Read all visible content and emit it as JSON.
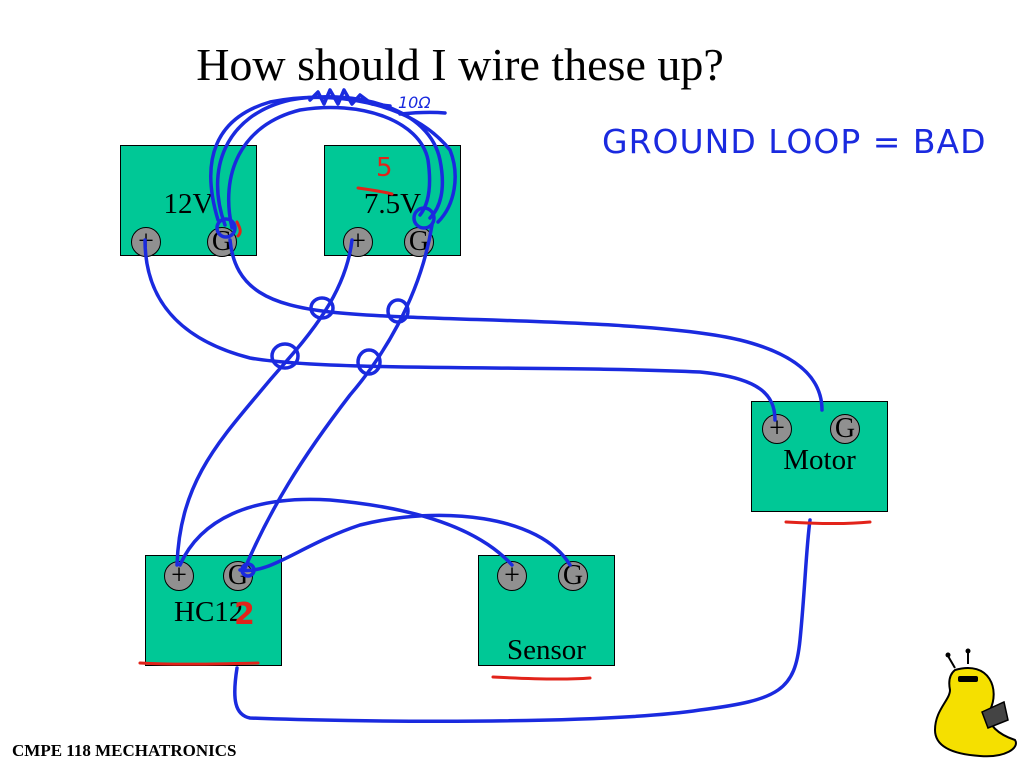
{
  "slide": {
    "title": "How should I wire these up?",
    "footer": "CMPE 118 MECHATRONICS"
  },
  "components": {
    "battery_12v": {
      "label": "12V",
      "plus": "+",
      "ground": "G"
    },
    "battery_7_5v": {
      "label": "7.5V",
      "plus": "+",
      "ground": "G"
    },
    "motor": {
      "label": "Motor",
      "plus": "+",
      "ground": "G"
    },
    "hc12": {
      "label": "HC12",
      "plus": "+",
      "ground": "G"
    },
    "sensor": {
      "label": "Sensor",
      "plus": "+",
      "ground": "G"
    }
  },
  "annotations": {
    "resistor_note": "10Ω",
    "ground_loop_note": "GROUND LOOP = BAD",
    "red_five": "5",
    "red_two": "2"
  },
  "colors": {
    "box_fill": "#00c896",
    "terminal_fill": "#909090",
    "wire_blue": "#1a2adf",
    "mark_red": "#e2231a"
  },
  "mascot": "banana-slug-icon"
}
